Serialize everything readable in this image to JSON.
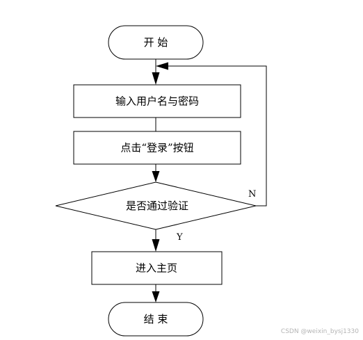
{
  "nodes": {
    "start": "开  始",
    "input": "输入用户名与密码",
    "click": "点击“登录”按钮",
    "decision": "是否通过验证",
    "home": "进入主页",
    "end": "结  束"
  },
  "edges": {
    "yes": "Y",
    "no": "N"
  },
  "watermark": "CSDN @weixin_bysj1330"
}
